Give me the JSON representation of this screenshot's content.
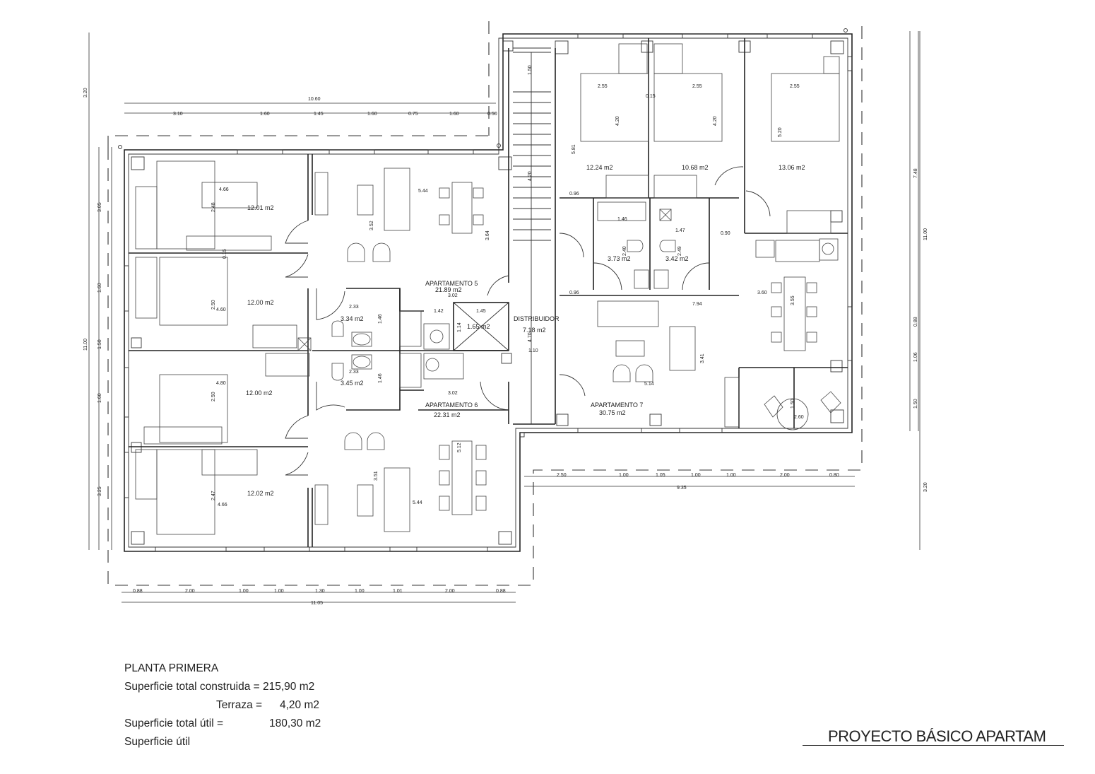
{
  "rooms": {
    "apt5": {
      "name": "APARTAMENTO 5",
      "area": "21.89 m2"
    },
    "apt6": {
      "name": "APARTAMENTO 6",
      "area": "22.31 m2"
    },
    "apt7": {
      "name": "APARTAMENTO 7",
      "area": "30.75 m2"
    },
    "distribuidor": {
      "name": "DISTRIBUIDOR",
      "area": "7.18 m2"
    },
    "bed_1": "12.01 m2",
    "bed_2": "12.00 m2",
    "bed_3": "12.00 m2",
    "bed_4": "12.02 m2",
    "bath_1": "3.34 m2",
    "bath_2": "3.45 m2",
    "lift": "1.65 m2",
    "bed_7a": "12.24 m2",
    "bed_7b": "10.68 m2",
    "bed_7c": "13.06 m2",
    "bath_7a": "3.73 m2",
    "bath_7b": "3.42 m2"
  },
  "dims_top": [
    "10.60",
    "3.10",
    "1.60",
    "1.45",
    "1.60",
    "0.75",
    "1.60",
    "0.50"
  ],
  "dims_bottom": [
    "0.88",
    "2.00",
    "1.00",
    "1.00",
    "1.30",
    "1.00",
    "1.01",
    "2.00",
    "0.88",
    "11.05"
  ],
  "dims_right_bottom": [
    "2.50",
    "1.00",
    "1.05",
    "1.00",
    "1.00",
    "2.00",
    "0.80",
    "9.35"
  ],
  "dims_left": [
    "3.20",
    "3.05",
    "1.60",
    "11.00",
    "1.50",
    "1.60",
    "3.25"
  ],
  "dims_right": [
    "7.48",
    "11.00",
    "0.88",
    "1.06",
    "1.50",
    "3.20"
  ],
  "dims_inner": {
    "a": "4.66",
    "b": "2.48",
    "c": "0.15",
    "d": "2.50",
    "e": "4.60",
    "f": "4.80",
    "g": "2.50",
    "h": "2.47",
    "i": "4.66",
    "j": "5.44",
    "k": "3.52",
    "l": "3.64",
    "m": "2.33",
    "n": "1.46",
    "o": "2.33",
    "p": "1.46",
    "q": "1.42",
    "r": "1.45",
    "s": "1.14",
    "t": "3.02",
    "u": "3.02",
    "v": "5.12",
    "w": "3.51",
    "x": "5.44",
    "y": "1.50",
    "z": "4.20",
    "aa": "4.70",
    "ab": "1.10",
    "ac": "5.81",
    "ad": "2.55",
    "ae": "0.15",
    "af": "2.55",
    "ag": "2.55",
    "ah": "4.20",
    "ai": "4.20",
    "aj": "5.20",
    "ak": "0.96",
    "al": "1.46",
    "am": "1.47",
    "an": "0.90",
    "ao": "2.40",
    "ap": "2.49",
    "aq": "0.96",
    "ar": "3.60",
    "as": "7.94",
    "at": "3.55",
    "au": "3.41",
    "av": "5.14",
    "aw": "1.50",
    "ax": "2.60"
  },
  "legend": {
    "title": "PLANTA PRIMERA",
    "constructed_label": "Superficie total construida = ",
    "constructed_value": "215,90 m2",
    "terrace_label": "Terraza = ",
    "terrace_value": "4,20 m2",
    "useful_label": "Superficie total útil = ",
    "useful_value": "180,30 m2",
    "useful_short": "Superficie útil"
  },
  "project_title": "PROYECTO BÁSICO  APARTAM"
}
